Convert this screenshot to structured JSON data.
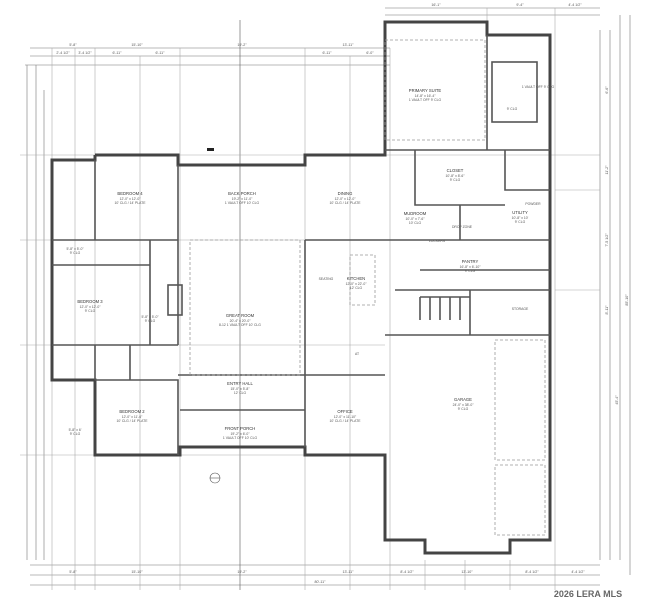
{
  "rooms": {
    "primary_suite": {
      "name": "PRIMARY SUITE",
      "size": "14'-8\" x 16'-4\"",
      "ceiling": "1 VAULT OFF 9' CLG"
    },
    "primary_bath": {
      "name": "9' CLG",
      "note": "1 VAULT OFF 9' CLG"
    },
    "closet": {
      "name": "CLOSET",
      "size": "10'-8\" x 8'-6\"",
      "ceiling": "9' CLG"
    },
    "mudroom": {
      "name": "MUDROOM",
      "size": "10'-0\" x 7'-6\"",
      "ceiling": "10' CLG"
    },
    "utility": {
      "name": "UTILITY",
      "size": "10'-8\" x 10'",
      "ceiling": "9' CLG"
    },
    "powder": {
      "name": "POWDER"
    },
    "lockers": {
      "name": "LOCKERS"
    },
    "drop_zone": {
      "name": "DROP ZONE"
    },
    "pantry": {
      "name": "PANTRY",
      "size": "16'-8\" x 6'-10\"",
      "ceiling": "9' CLG"
    },
    "storage": {
      "name": "STORAGE"
    },
    "garage": {
      "name": "GARAGE",
      "size": "24'-0\" x 38'-0\"",
      "ceiling": "9' CLG"
    },
    "bedroom4": {
      "name": "BEDROOM 4",
      "size": "12'-0\" x 12'-0\"",
      "ceiling": "10' CLG / 14' PLATE"
    },
    "back_porch": {
      "name": "BACK PORCH",
      "size": "19'-2\" x 11'-0\"",
      "ceiling": "1 VAULT OFF 10' CLG"
    },
    "dining": {
      "name": "DINING",
      "size": "12'-0\" x 12'-0\"",
      "ceiling": "10' CLG / 14' PLATE"
    },
    "bedroom3": {
      "name": "BEDROOM 3",
      "size": "12'-0\" x 12'-0\"",
      "ceiling": "9' CLG"
    },
    "great_room": {
      "name": "GREAT ROOM",
      "size": "20'-4\" x 20'-0\"",
      "ceiling": "8-12 1 VAULT OFF 10' CLG"
    },
    "kitchen": {
      "name": "KITCHEN",
      "size": "12'-0\" x 22'-0\"",
      "ceiling": "12' CLG"
    },
    "seating": {
      "name": "SEATING"
    },
    "bedroom2": {
      "name": "BEDROOM 2",
      "size": "12'-0\" x 11'-6\"",
      "ceiling": "10' CLG / 14' PLATE"
    },
    "entry_hall": {
      "name": "ENTRY HALL",
      "size": "15'-0\" x 5'-8\"",
      "ceiling": "12' CLG"
    },
    "front_porch": {
      "name": "FRONT PORCH",
      "size": "19'-2\" x 6'-0\"",
      "ceiling": "1 VAULT OFF 10' CLG"
    },
    "office": {
      "name": "OFFICE",
      "size": "12'-0\" x 11'-10\"",
      "ceiling": "10' CLG / 14' PLATE"
    },
    "wic4": {
      "name": "5'-8\" x 5'-0\"",
      "ceiling": "9' CLG"
    },
    "wic3": {
      "name": "5'-8\" x 5'-0\"",
      "ceiling": "9' CLG"
    },
    "wic2": {
      "name": "5'-8\" x 6'",
      "ceiling": "9' CLG"
    },
    "range": {
      "name": "AT"
    }
  },
  "dimensions": {
    "top_overall": [
      "5'-8\"",
      "15'-10\"",
      "19'-2\"",
      "13'-11\""
    ],
    "top_sub": [
      "2'-4 1/2\"",
      "3'-4 1/2\"",
      "6'-11\"",
      "6'-11\"",
      "6'-11\"",
      "6'-0\""
    ],
    "top_right": [
      "16'-1\"",
      "9'-4\"",
      "4'-4 1/2\""
    ],
    "bottom_overall": "80'-11\"",
    "bottom": [
      "5'-8\"",
      "15'-10\"",
      "19'-2\"",
      "13'-11\"",
      "8'-4 1/2\"",
      "13'-10\"",
      "8'-4 1/2\"",
      "4'-4 1/2\""
    ],
    "right_overall": "85'-10\"",
    "right": [
      "6'-6\"",
      "11'-2\"",
      "7'-5 1/2\"",
      "8'-11\"",
      "45'-4\""
    ]
  },
  "watermark": "2026 LERA MLS"
}
